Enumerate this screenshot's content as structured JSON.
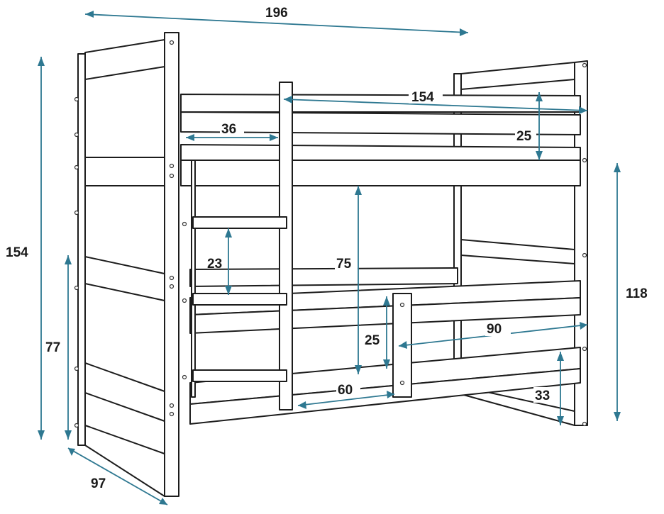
{
  "colors": {
    "outline": "#1c1c1c",
    "dimension": "#2e7891",
    "background": "#ffffff",
    "label": "#1a1a1a"
  },
  "dimensions": {
    "overall_length": "196",
    "overall_height": "154",
    "depth": "97",
    "lower_headboard_height": "77",
    "inner_rail_length": "154",
    "top_rail_height": "25",
    "ladder_offset": "36",
    "ladder_step_spacing": "23",
    "bed_clearance": "75",
    "guard_rail_height": "25",
    "guard_rail_length": "90",
    "entry_opening": "60",
    "lower_rail_height": "33",
    "footboard_height": "118"
  }
}
